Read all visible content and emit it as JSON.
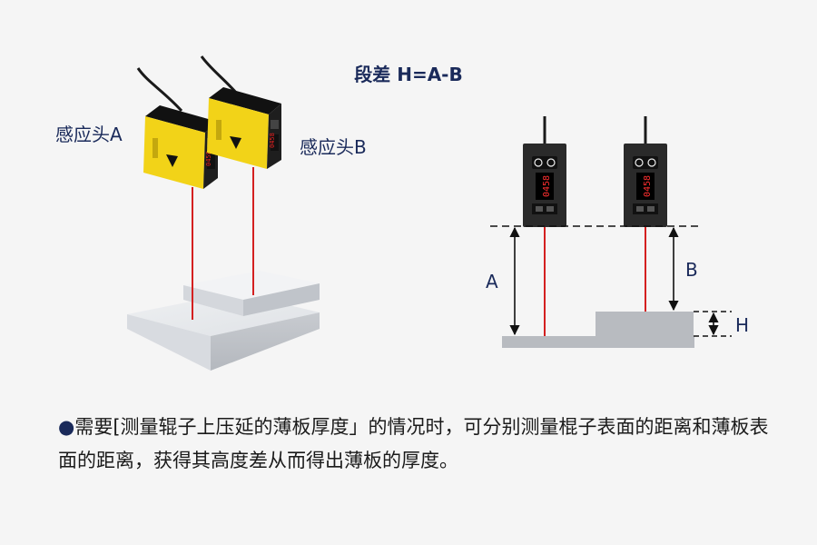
{
  "title": "段差 H=A-B",
  "left_panel": {
    "sensor_a_label": "感应头A",
    "sensor_b_label": "感应头B"
  },
  "right_panel": {
    "label_a": "A",
    "label_b": "B",
    "label_h": "H",
    "display_digits": "0458"
  },
  "description": {
    "bullet": "●",
    "text": "需要[测量辊子上压延的薄板厚度」的情况时，可分别测量棍子表面的距离和薄板表面的距离，获得其高度差从而得出薄板的厚度。"
  },
  "colors": {
    "sensor_body_yellow": "#f2d318",
    "sensor_body_dark": "#2a2a2a",
    "laser_red": "#d42020",
    "text_navy": "#1a2a5a",
    "plate_gray": "#c9ccd0"
  }
}
